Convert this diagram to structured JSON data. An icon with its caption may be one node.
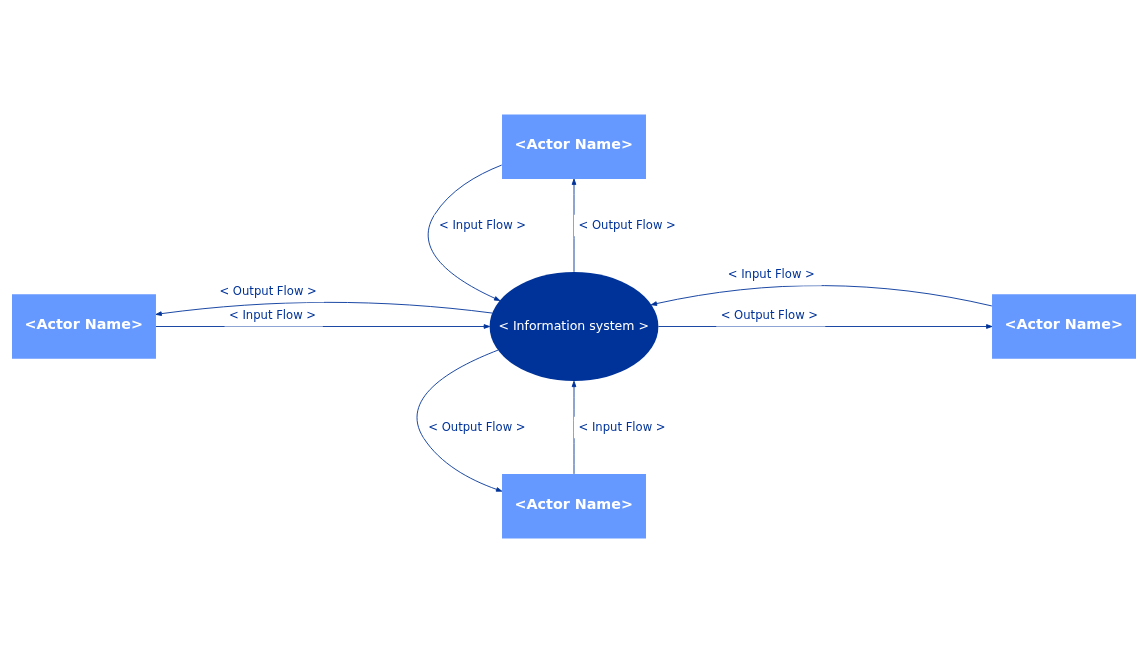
{
  "diagram": {
    "nodes": [
      {
        "text": [
          "<Actor Name>"
        ]
      },
      {
        "text": [
          "<Actor Name>"
        ]
      },
      {
        "text": [
          "< Information system >"
        ]
      },
      {
        "text": [
          "<Actor Name>"
        ]
      },
      {
        "text": [
          "<Actor Name>"
        ]
      }
    ],
    "edges": [
      {
        "from": 2,
        "to": 0,
        "arrow": "to",
        "label": "< Output Flow >"
      },
      {
        "from": 0,
        "to": 2,
        "arrow": "to",
        "label": "< Input Flow >"
      },
      {
        "from": 1,
        "to": 2,
        "arrow": "to",
        "label": "< Input Flow >"
      },
      {
        "from": 2,
        "to": 1,
        "arrow": "to",
        "label": "< Output Flow >"
      },
      {
        "from": 2,
        "to": 3,
        "arrow": "to",
        "label": "< Output Flow >"
      },
      {
        "from": 3,
        "to": 2,
        "arrow": "to",
        "label": "< Input Flow >"
      },
      {
        "from": 4,
        "to": 2,
        "arrow": "to",
        "label": "< Input Flow >"
      },
      {
        "from": 2,
        "to": 4,
        "arrow": "to",
        "label": "< Output Flow >"
      }
    ]
  }
}
